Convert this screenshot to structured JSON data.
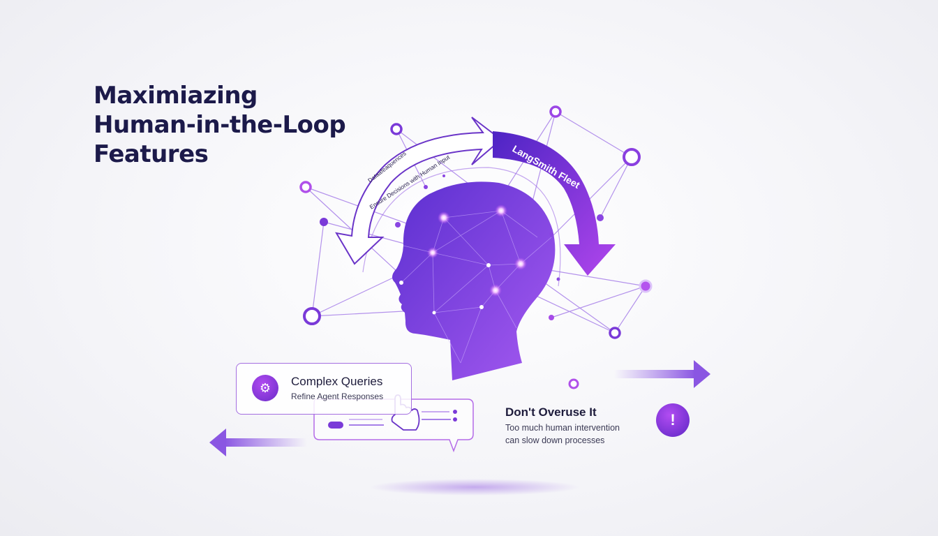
{
  "title": {
    "line1": "Maximiazing",
    "line2": "Human-in-the-Loop",
    "line3": "Features"
  },
  "arrows": {
    "left_arrow_text_1": "Dataafeaquences",
    "left_arrow_text_2": "Ensure Decisions with Human Input",
    "right_arrow_text": "LangSmith Fleet"
  },
  "card": {
    "title": "Complex Queries",
    "subtitle": "Refine Agent Responses",
    "icon": "head-gear-icon"
  },
  "warning": {
    "title": "Don't Overuse It",
    "line1": "Too much human intervention",
    "line2": "can slow down processes",
    "icon": "alert-shield-icon"
  },
  "colors": {
    "accent": "#7b3fe0",
    "accent_light": "#b06af0",
    "title": "#1c1a4a"
  }
}
